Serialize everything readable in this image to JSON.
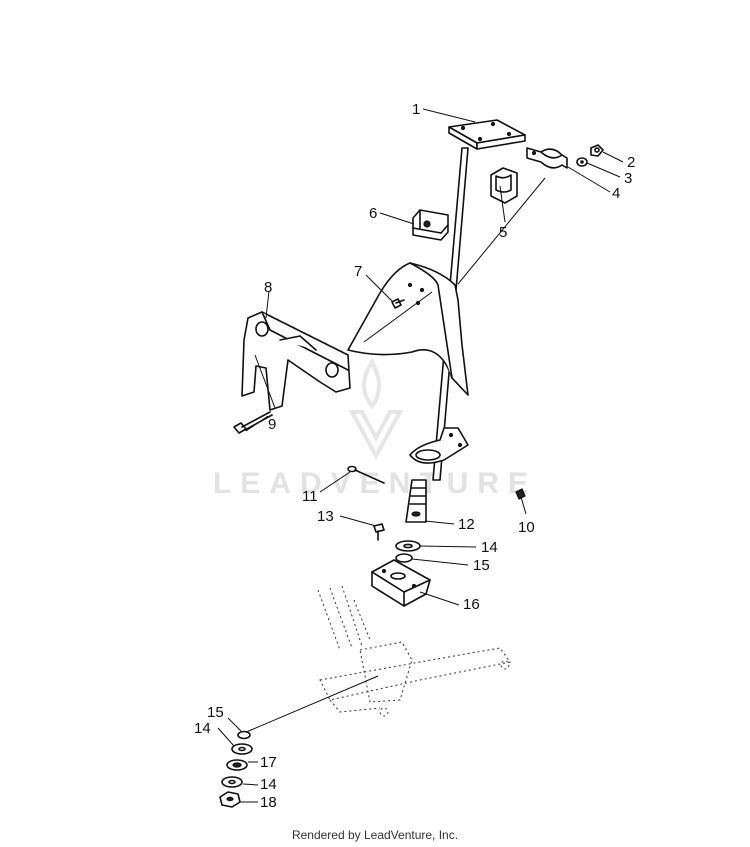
{
  "diagram": {
    "callouts": [
      {
        "id": "c1",
        "label": "1"
      },
      {
        "id": "c2",
        "label": "2"
      },
      {
        "id": "c3",
        "label": "3"
      },
      {
        "id": "c4",
        "label": "4"
      },
      {
        "id": "c5",
        "label": "5"
      },
      {
        "id": "c6",
        "label": "6"
      },
      {
        "id": "c7",
        "label": "7"
      },
      {
        "id": "c8",
        "label": "8"
      },
      {
        "id": "c9",
        "label": "9"
      },
      {
        "id": "c10",
        "label": "10"
      },
      {
        "id": "c11",
        "label": "11"
      },
      {
        "id": "c12",
        "label": "12"
      },
      {
        "id": "c13",
        "label": "13"
      },
      {
        "id": "c14a",
        "label": "14"
      },
      {
        "id": "c15a",
        "label": "15"
      },
      {
        "id": "c16",
        "label": "16"
      },
      {
        "id": "c15b",
        "label": "15"
      },
      {
        "id": "c14b",
        "label": "14"
      },
      {
        "id": "c17",
        "label": "17"
      },
      {
        "id": "c14c",
        "label": "14"
      },
      {
        "id": "c18",
        "label": "18"
      }
    ],
    "watermark": "LEADVENTURE"
  },
  "footer": {
    "text": "Rendered by LeadVenture, Inc."
  }
}
